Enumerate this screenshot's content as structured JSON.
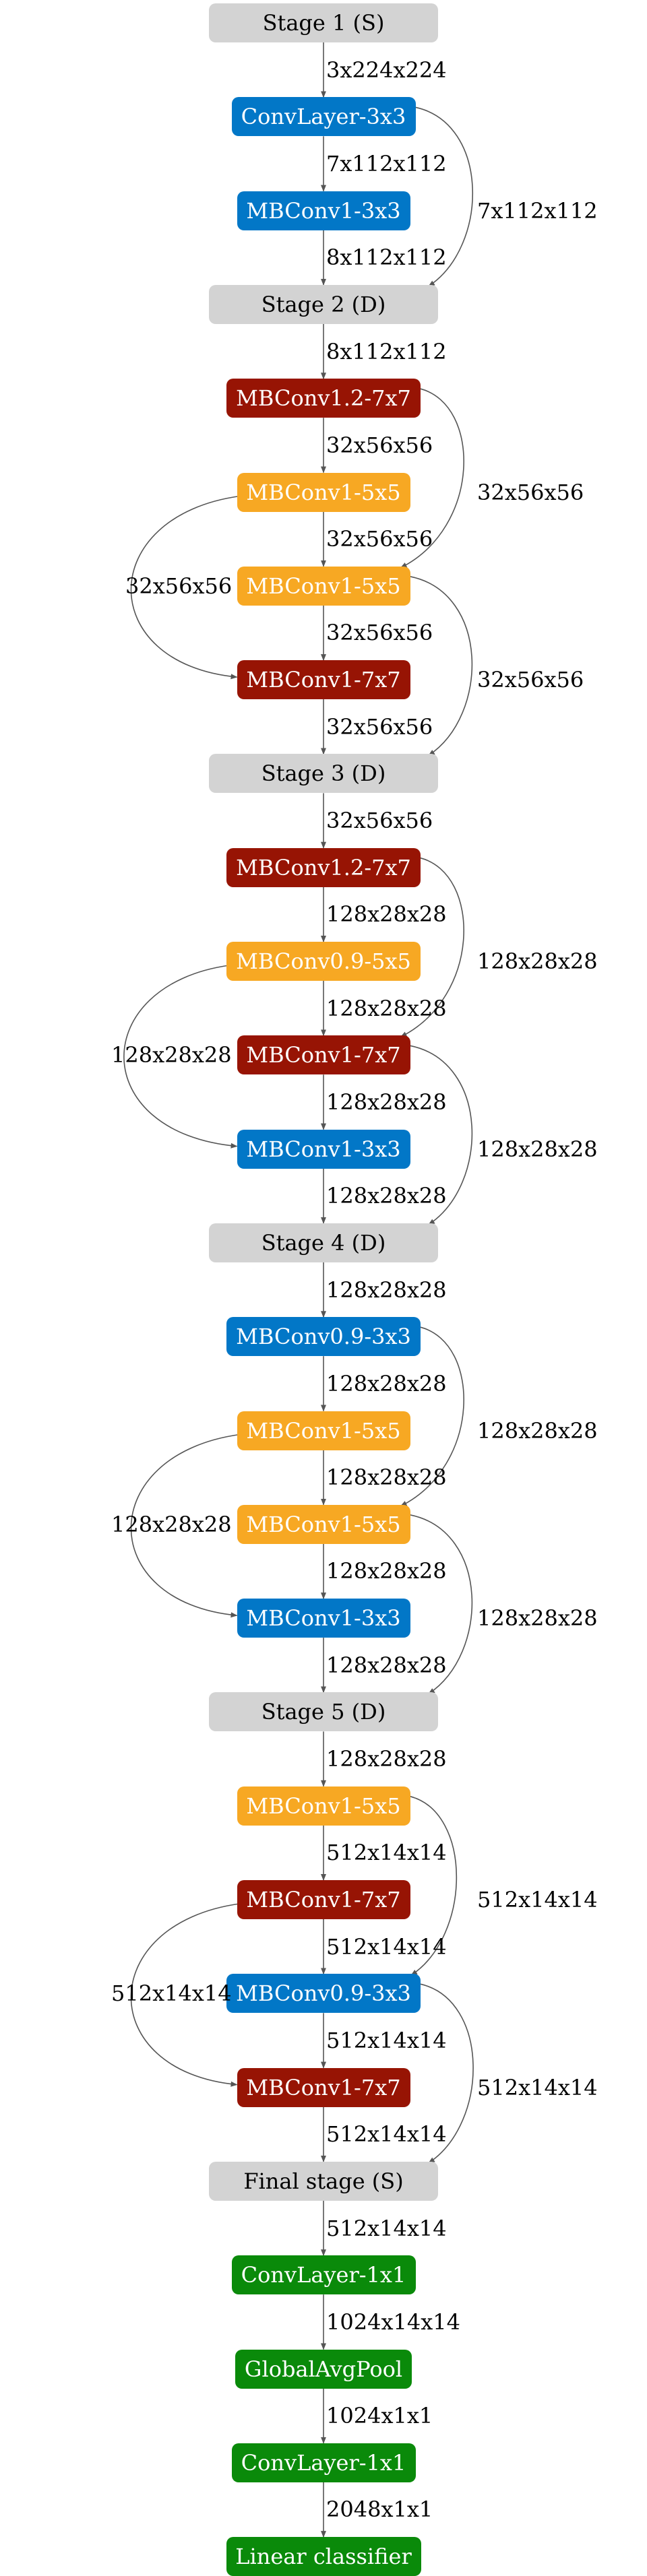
{
  "colors": {
    "stage": "#d3d3d3",
    "blue": "#0277c7",
    "red": "#971404",
    "orange": "#f7a823",
    "green": "#0a8a0a",
    "edge": "#555555"
  },
  "nodes": [
    {
      "id": "s1",
      "label": "Stage 1 (S)",
      "kind": "stage"
    },
    {
      "id": "n1",
      "label": "ConvLayer-3x3",
      "kind": "blue"
    },
    {
      "id": "n2",
      "label": "MBConv1-3x3",
      "kind": "blue"
    },
    {
      "id": "s2",
      "label": "Stage 2 (D)",
      "kind": "stage"
    },
    {
      "id": "n3",
      "label": "MBConv1.2-7x7",
      "kind": "red"
    },
    {
      "id": "n4",
      "label": "MBConv1-5x5",
      "kind": "orange"
    },
    {
      "id": "n5",
      "label": "MBConv1-5x5",
      "kind": "orange"
    },
    {
      "id": "n6",
      "label": "MBConv1-7x7",
      "kind": "red"
    },
    {
      "id": "s3",
      "label": "Stage 3 (D)",
      "kind": "stage"
    },
    {
      "id": "n7",
      "label": "MBConv1.2-7x7",
      "kind": "red"
    },
    {
      "id": "n8",
      "label": "MBConv0.9-5x5",
      "kind": "orange"
    },
    {
      "id": "n9",
      "label": "MBConv1-7x7",
      "kind": "red"
    },
    {
      "id": "n10",
      "label": "MBConv1-3x3",
      "kind": "blue"
    },
    {
      "id": "s4",
      "label": "Stage 4 (D)",
      "kind": "stage"
    },
    {
      "id": "n11",
      "label": "MBConv0.9-3x3",
      "kind": "blue"
    },
    {
      "id": "n12",
      "label": "MBConv1-5x5",
      "kind": "orange"
    },
    {
      "id": "n13",
      "label": "MBConv1-5x5",
      "kind": "orange"
    },
    {
      "id": "n14",
      "label": "MBConv1-3x3",
      "kind": "blue"
    },
    {
      "id": "s5",
      "label": "Stage 5 (D)",
      "kind": "stage"
    },
    {
      "id": "n15",
      "label": "MBConv1-5x5",
      "kind": "orange"
    },
    {
      "id": "n16",
      "label": "MBConv1-7x7",
      "kind": "red"
    },
    {
      "id": "n17",
      "label": "MBConv0.9-3x3",
      "kind": "blue"
    },
    {
      "id": "n18",
      "label": "MBConv1-7x7",
      "kind": "red"
    },
    {
      "id": "sf",
      "label": "Final stage (S)",
      "kind": "stage"
    },
    {
      "id": "n19",
      "label": "ConvLayer-1x1",
      "kind": "green"
    },
    {
      "id": "n20",
      "label": "GlobalAvgPool",
      "kind": "green"
    },
    {
      "id": "n21",
      "label": "ConvLayer-1x1",
      "kind": "green"
    },
    {
      "id": "n22",
      "label": "Linear classifier",
      "kind": "green"
    }
  ],
  "edges": [
    {
      "from": "s1",
      "to": "n1",
      "label": "3x224x224"
    },
    {
      "from": "n1",
      "to": "n2",
      "label": "7x112x112"
    },
    {
      "from": "n1",
      "to": "s2",
      "label": "7x112x112",
      "skip": "right"
    },
    {
      "from": "n2",
      "to": "s2",
      "label": "8x112x112"
    },
    {
      "from": "s2",
      "to": "n3",
      "label": "8x112x112"
    },
    {
      "from": "n3",
      "to": "n4",
      "label": "32x56x56"
    },
    {
      "from": "n3",
      "to": "n5",
      "label": "32x56x56",
      "skip": "right"
    },
    {
      "from": "n4",
      "to": "n5",
      "label": "32x56x56"
    },
    {
      "from": "n4",
      "to": "n6",
      "label": "32x56x56",
      "skip": "left"
    },
    {
      "from": "n5",
      "to": "n6",
      "label": "32x56x56"
    },
    {
      "from": "n5",
      "to": "s3",
      "label": "32x56x56",
      "skip": "right"
    },
    {
      "from": "n6",
      "to": "s3",
      "label": "32x56x56"
    },
    {
      "from": "s3",
      "to": "n7",
      "label": "32x56x56"
    },
    {
      "from": "n7",
      "to": "n8",
      "label": "128x28x28"
    },
    {
      "from": "n7",
      "to": "n9",
      "label": "128x28x28",
      "skip": "right"
    },
    {
      "from": "n8",
      "to": "n9",
      "label": "128x28x28"
    },
    {
      "from": "n8",
      "to": "n10",
      "label": "128x28x28",
      "skip": "left"
    },
    {
      "from": "n9",
      "to": "n10",
      "label": "128x28x28"
    },
    {
      "from": "n9",
      "to": "s4",
      "label": "128x28x28",
      "skip": "right"
    },
    {
      "from": "n10",
      "to": "s4",
      "label": "128x28x28"
    },
    {
      "from": "s4",
      "to": "n11",
      "label": "128x28x28"
    },
    {
      "from": "n11",
      "to": "n12",
      "label": "128x28x28"
    },
    {
      "from": "n11",
      "to": "n13",
      "label": "128x28x28",
      "skip": "right"
    },
    {
      "from": "n12",
      "to": "n13",
      "label": "128x28x28"
    },
    {
      "from": "n12",
      "to": "n14",
      "label": "128x28x28",
      "skip": "left"
    },
    {
      "from": "n13",
      "to": "n14",
      "label": "128x28x28"
    },
    {
      "from": "n13",
      "to": "s5",
      "label": "128x28x28",
      "skip": "right"
    },
    {
      "from": "n14",
      "to": "s5",
      "label": "128x28x28"
    },
    {
      "from": "s5",
      "to": "n15",
      "label": "128x28x28"
    },
    {
      "from": "n15",
      "to": "n16",
      "label": "512x14x14"
    },
    {
      "from": "n15",
      "to": "n17",
      "label": "512x14x14",
      "skip": "right"
    },
    {
      "from": "n16",
      "to": "n17",
      "label": "512x14x14"
    },
    {
      "from": "n16",
      "to": "n18",
      "label": "512x14x14",
      "skip": "left"
    },
    {
      "from": "n17",
      "to": "n18",
      "label": "512x14x14"
    },
    {
      "from": "n17",
      "to": "sf",
      "label": "512x14x14",
      "skip": "right"
    },
    {
      "from": "n18",
      "to": "sf",
      "label": "512x14x14"
    },
    {
      "from": "sf",
      "to": "n19",
      "label": "512x14x14"
    },
    {
      "from": "n19",
      "to": "n20",
      "label": "1024x14x14"
    },
    {
      "from": "n20",
      "to": "n21",
      "label": "1024x1x1"
    },
    {
      "from": "n21",
      "to": "n22",
      "label": "2048x1x1"
    }
  ]
}
